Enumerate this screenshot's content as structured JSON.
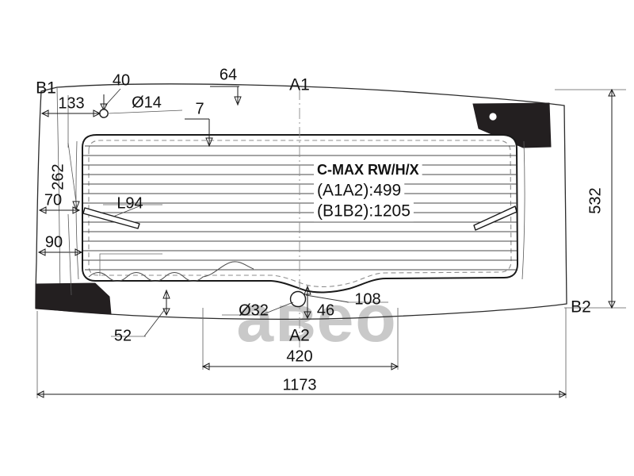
{
  "drawing": {
    "kind": "automotive-glass-technical-drawing",
    "part_title": "C-MAX RW/H/X",
    "spec_lines": [
      "(A1A2):499",
      "(B1B2):1205"
    ],
    "spec_a1a2": "(A1A2):499",
    "spec_b1b2": "(B1B2):1205",
    "watermark": "авео"
  },
  "nodes": {
    "b1": "B1",
    "b2": "B2",
    "a1": "A1",
    "a2": "A2"
  },
  "dimensions": {
    "top_40": "40",
    "top_64": "64",
    "top_7": "7",
    "hole_dia_14": "Ø14",
    "left_133": "133",
    "left_262": "262",
    "left_70": "70",
    "left_90": "90",
    "antenna_l94": "L94",
    "bottom_52": "52",
    "bottom_dia_32": "Ø32",
    "bottom_46": "46",
    "bottom_108": "108",
    "bottom_420": "420",
    "bottom_1173": "1173",
    "right_532": "532"
  },
  "colors": {
    "line": "#1a1a1a",
    "thin_line": "#5a5a5a",
    "black_fill": "#231f20",
    "heater": "#4a4a4a",
    "dashed_inner": "#8e8e8e",
    "watermark": "#c9c9c9",
    "background": "#ffffff"
  }
}
